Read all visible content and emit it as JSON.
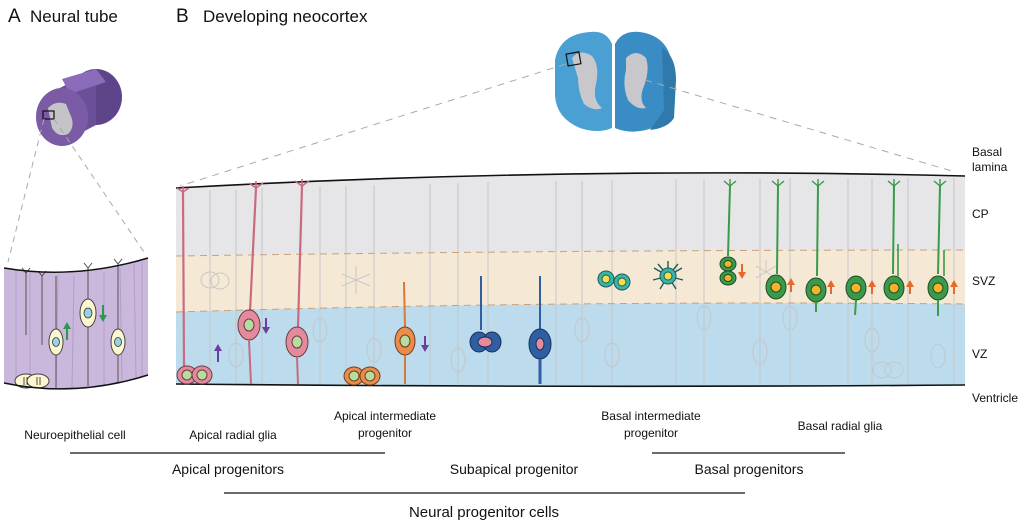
{
  "panels": {
    "a": {
      "letter": "A",
      "title": "Neural tube"
    },
    "b": {
      "letter": "B",
      "title": "Developing neocortex"
    }
  },
  "layers": {
    "basal_lamina_1": "Basal",
    "basal_lamina_2": "lamina",
    "cp": "CP",
    "svz": "SVZ",
    "vz": "VZ",
    "ventricle": "Ventricle"
  },
  "cell_types": {
    "neuroepithelial": "Neuroepithelial cell",
    "apical_radial_glia": "Apical radial glia",
    "apical_intermediate_1": "Apical intermediate",
    "apical_intermediate_2": "progenitor",
    "basal_intermediate_1": "Basal intermediate",
    "basal_intermediate_2": "progenitor",
    "basal_radial_glia": "Basal radial glia"
  },
  "groups": {
    "apical": "Apical progenitors",
    "subapical": "Subapical progenitor",
    "basal": "Basal progenitors",
    "all": "Neural progenitor cells"
  },
  "colors": {
    "neural_tube": "#7b5aa6",
    "neuroepithelium_bg": "#c9b7dc",
    "cortex_model": "#4a9fd3",
    "cp_band": "#e6e6e8",
    "svz_band": "#f5e9d6",
    "vz_band": "#bcdcee",
    "apical_radial_glia": "#e48a9d",
    "apical_intermediate": "#e98c4c",
    "subapical": "#2d5fa2",
    "basal_intermediate": "#3bb3a8",
    "basal_radial_glia": "#3a9a4a",
    "arrow_purple": "#6b3fa0",
    "arrow_green": "#2a9a4a",
    "arrow_orange": "#e36a2a"
  }
}
